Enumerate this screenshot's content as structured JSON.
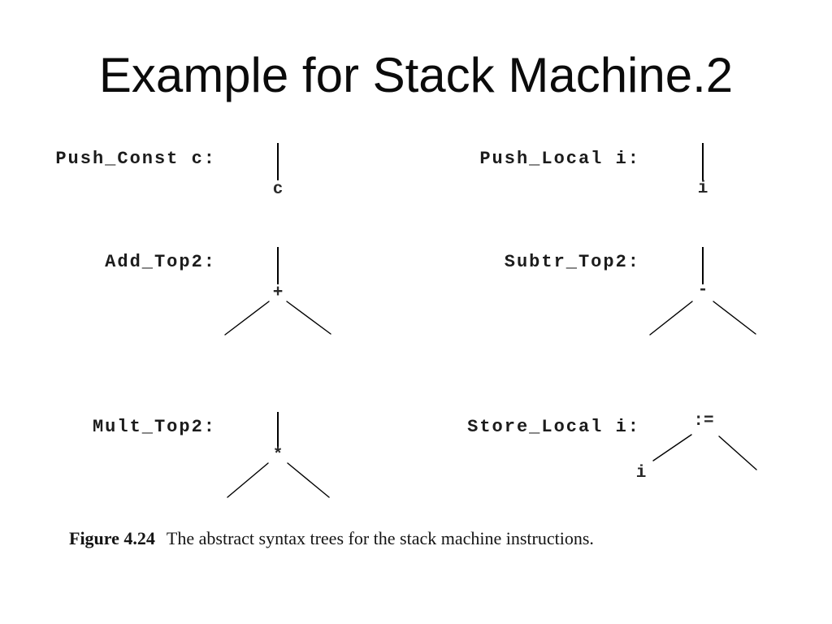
{
  "title": "Example for Stack Machine.2",
  "figure": {
    "caption": {
      "label": "Figure 4.24",
      "text": "The abstract syntax trees for the stack machine instructions."
    },
    "trees": [
      {
        "name": "push-const",
        "label": "Push_Const c:",
        "leaf": "c"
      },
      {
        "name": "push-local",
        "label": "Push_Local i:",
        "leaf": "i"
      },
      {
        "name": "add-top2",
        "label": "Add_Top2:",
        "operator": "+"
      },
      {
        "name": "subtr-top2",
        "label": "Subtr_Top2:",
        "operator": "-"
      },
      {
        "name": "mult-top2",
        "label": "Mult_Top2:",
        "operator": "*"
      },
      {
        "name": "store-local",
        "label": "Store_Local i:",
        "operator": ":=",
        "leaf": "i"
      }
    ]
  }
}
